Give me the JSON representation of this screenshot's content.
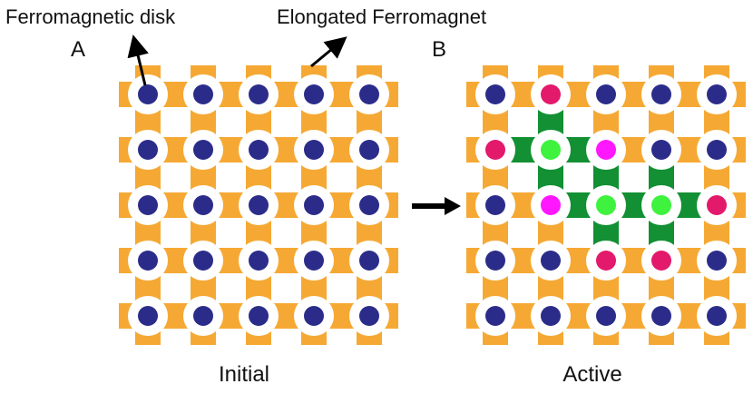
{
  "annotations": {
    "disk_label": "Ferromagnetic disk",
    "magnet_label": "Elongated Ferromagnet"
  },
  "panels": [
    {
      "letter": "A",
      "caption": "Initial",
      "disk_states": [
        [
          "n",
          "n",
          "n",
          "n",
          "n"
        ],
        [
          "n",
          "n",
          "n",
          "n",
          "n"
        ],
        [
          "n",
          "n",
          "n",
          "n",
          "n"
        ],
        [
          "n",
          "n",
          "n",
          "n",
          "n"
        ],
        [
          "n",
          "n",
          "n",
          "n",
          "n"
        ]
      ],
      "active_links": []
    },
    {
      "letter": "B",
      "caption": "Active",
      "disk_states": [
        [
          "n",
          "r",
          "n",
          "n",
          "n"
        ],
        [
          "r",
          "g",
          "m",
          "n",
          "n"
        ],
        [
          "n",
          "m",
          "g",
          "g",
          "r"
        ],
        [
          "n",
          "n",
          "r",
          "r",
          "n"
        ],
        [
          "n",
          "n",
          "n",
          "n",
          "n"
        ]
      ],
      "active_links": [
        [
          "v",
          0,
          1
        ],
        [
          "h",
          1,
          0
        ],
        [
          "h",
          1,
          1
        ],
        [
          "v",
          1,
          1
        ],
        [
          "v",
          1,
          2
        ],
        [
          "v",
          1,
          3
        ],
        [
          "h",
          2,
          1
        ],
        [
          "h",
          2,
          2
        ],
        [
          "h",
          2,
          3
        ],
        [
          "v",
          2,
          2
        ],
        [
          "v",
          2,
          3
        ]
      ]
    }
  ],
  "colors": {
    "bar": "#F5A934",
    "active_bar": "#129033",
    "disk": "#2B2C8A",
    "red": "#E3196B",
    "green": "#3EF23E",
    "magenta": "#FF18FF",
    "halo": "#FFFFFF",
    "arrow": "#000000"
  }
}
